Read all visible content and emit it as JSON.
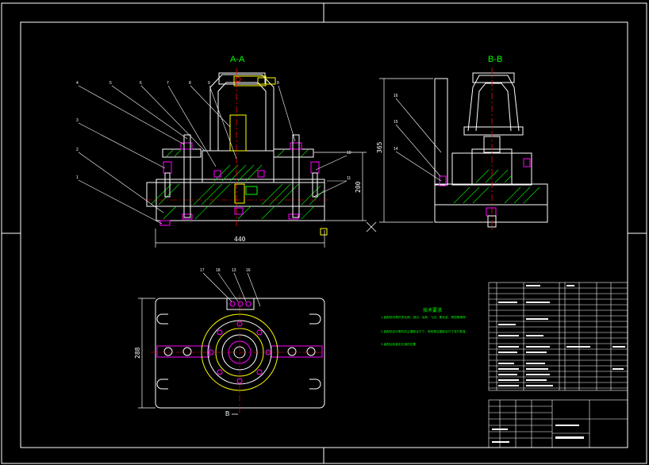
{
  "views": {
    "section_aa": "A-A",
    "section_bb": "B-B",
    "section_arrow": "B"
  },
  "balloons": {
    "left": [
      "1",
      "2",
      "3",
      "4",
      "5",
      "6",
      "7",
      "8",
      "9"
    ],
    "right_top": [
      "8"
    ],
    "right_side": [
      "10",
      "11"
    ],
    "bb_side": [
      "16",
      "15",
      "14"
    ],
    "plan": [
      "17",
      "18",
      "13",
      "16"
    ]
  },
  "dimensions": {
    "width_aa": "440",
    "height_aa": "200",
    "height_bb": "365",
    "height_plan": "288"
  },
  "tech_notes": {
    "title": "技术要求",
    "lines": [
      "1.装配前对零件的毛刺、锐边、毛刺、飞边、氧化皮、锈蚀等清除",
      "2.装配前应对零件的主要配合尺寸，特别是过盈配合尺寸进行复查",
      "3.装配后检查定位销的位置"
    ]
  },
  "colors": {
    "outline": "#ffffff",
    "section": "#00ff00",
    "bolt": "#ff00ff",
    "axis": "#ff0000",
    "hidden": "#ffff00",
    "dim": "#00ffff",
    "leader": "#ffffff"
  }
}
